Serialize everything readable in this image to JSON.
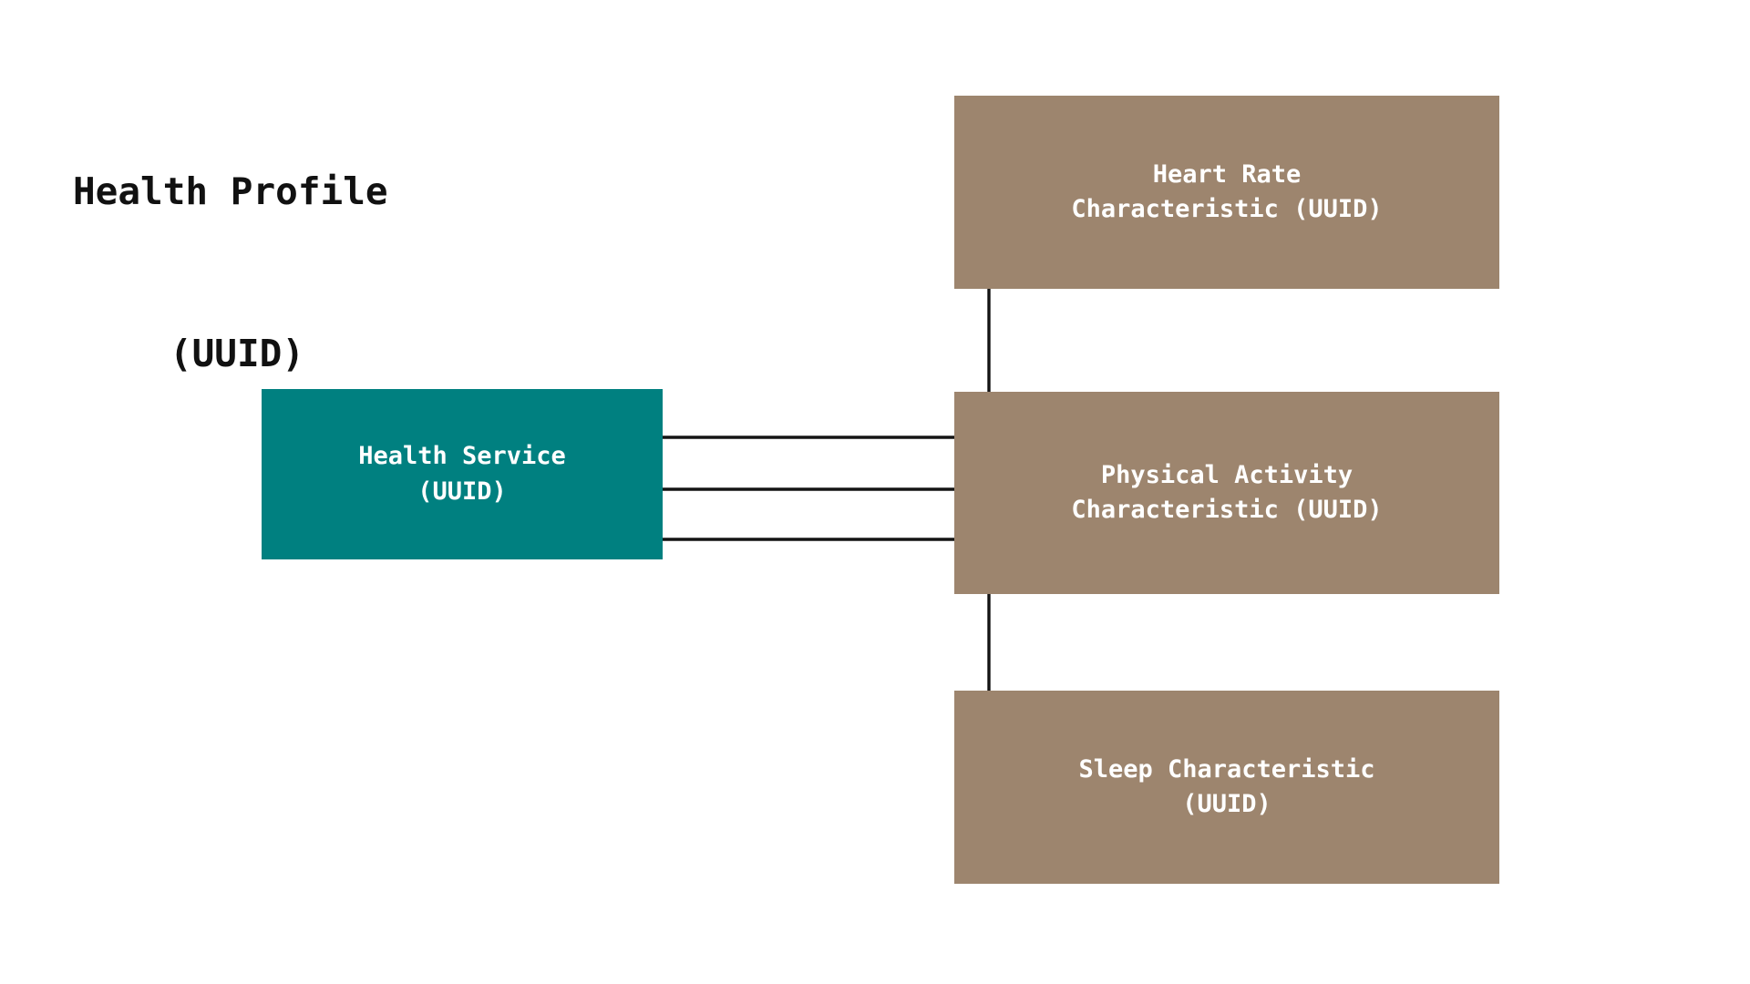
{
  "diagram": {
    "type": "ble-gatt-hierarchy",
    "title_line_1": "Health Profile",
    "title_line_2": "(UUID)",
    "colors": {
      "service": "#008080",
      "characteristic": "#9D856E",
      "connector": "#141414",
      "background": "#FFFFFF",
      "title_text": "#111111",
      "node_text": "#FFFFFF"
    },
    "root": {
      "label": "Health Service\n(UUID)",
      "name": "Health Service",
      "uuid_placeholder": "(UUID)",
      "kind": "service"
    },
    "children": [
      {
        "label": "Heart Rate\nCharacteristic (UUID)",
        "name": "Heart Rate Characteristic",
        "uuid_placeholder": "(UUID)",
        "kind": "characteristic"
      },
      {
        "label": "Physical Activity\nCharacteristic (UUID)",
        "name": "Physical Activity Characteristic",
        "uuid_placeholder": "(UUID)",
        "kind": "characteristic"
      },
      {
        "label": "Sleep Characteristic\n(UUID)",
        "name": "Sleep Characteristic",
        "uuid_placeholder": "(UUID)",
        "kind": "characteristic"
      }
    ]
  }
}
